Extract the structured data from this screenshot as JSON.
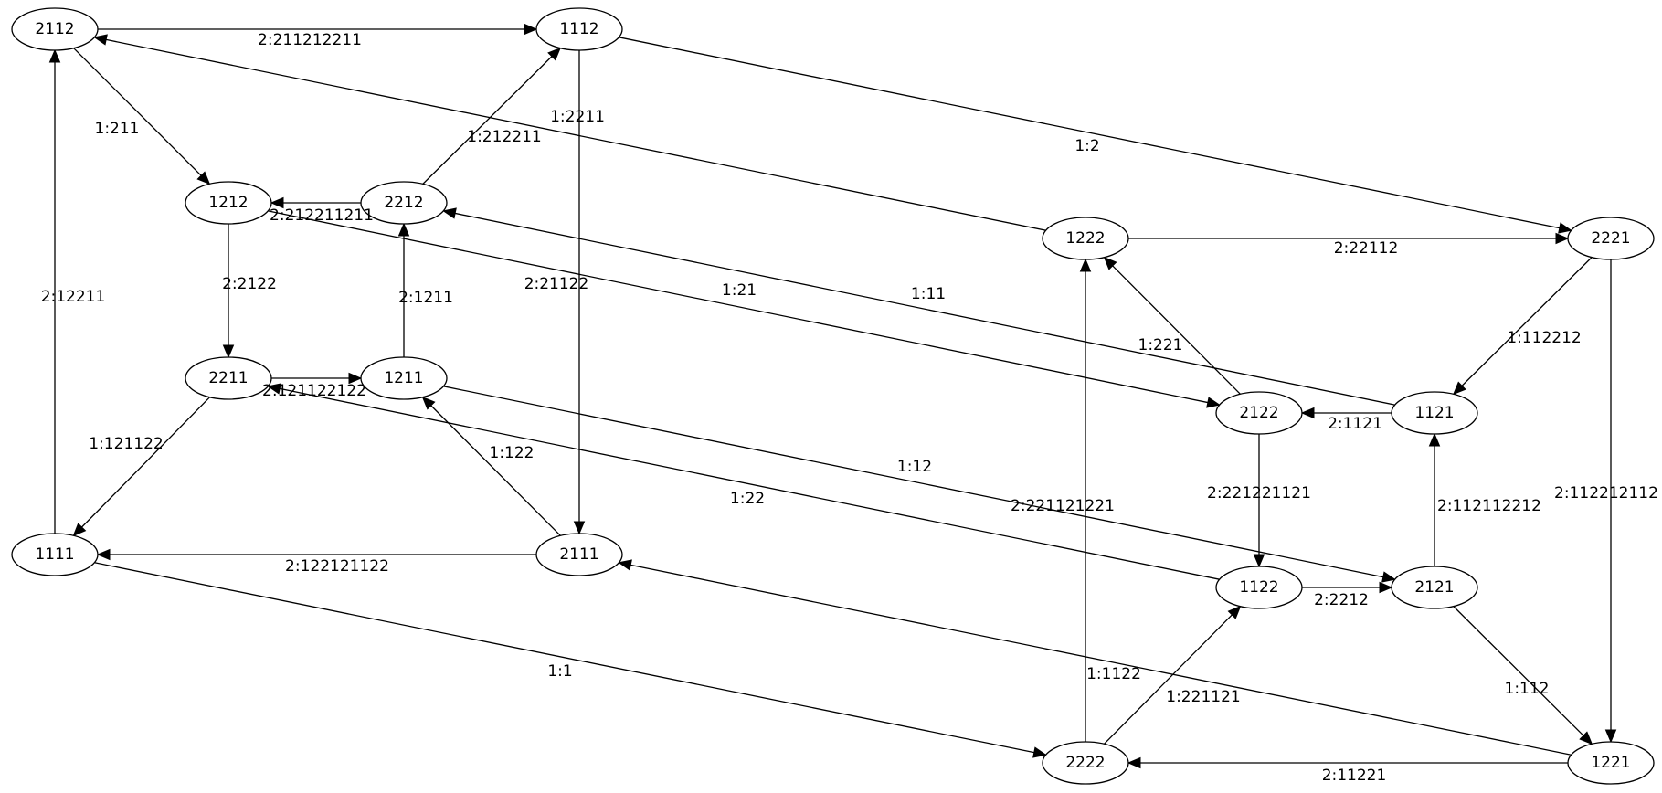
{
  "graph": {
    "nodes": [
      {
        "id": "2112",
        "label": "2112"
      },
      {
        "id": "1112",
        "label": "1112"
      },
      {
        "id": "1212",
        "label": "1212"
      },
      {
        "id": "2212",
        "label": "2212"
      },
      {
        "id": "1222",
        "label": "1222"
      },
      {
        "id": "2221",
        "label": "2221"
      },
      {
        "id": "2211",
        "label": "2211"
      },
      {
        "id": "1211",
        "label": "1211"
      },
      {
        "id": "2122",
        "label": "2122"
      },
      {
        "id": "1121",
        "label": "1121"
      },
      {
        "id": "1111",
        "label": "1111"
      },
      {
        "id": "2111",
        "label": "2111"
      },
      {
        "id": "1122",
        "label": "1122"
      },
      {
        "id": "2121",
        "label": "2121"
      },
      {
        "id": "2222",
        "label": "2222"
      },
      {
        "id": "1221",
        "label": "1221"
      }
    ],
    "edges": [
      {
        "from": "2112",
        "to": "1112",
        "label": "2:211212211"
      },
      {
        "from": "1112",
        "to": "2221",
        "label": "1:2"
      },
      {
        "from": "1112",
        "to": "2111",
        "label": "2:21122"
      },
      {
        "from": "2112",
        "to": "1212",
        "label": "1:211"
      },
      {
        "from": "2212",
        "to": "1112",
        "label": "1:212211"
      },
      {
        "from": "2212",
        "to": "1212",
        "label": "2:212211211"
      },
      {
        "from": "1222",
        "to": "2112",
        "label": "1:2211"
      },
      {
        "from": "1222",
        "to": "2221",
        "label": "2:22112"
      },
      {
        "from": "1212",
        "to": "2211",
        "label": "2:2122"
      },
      {
        "from": "1212",
        "to": "2122",
        "label": "1:21"
      },
      {
        "from": "1211",
        "to": "2212",
        "label": "2:1211"
      },
      {
        "from": "1121",
        "to": "2212",
        "label": "1:11"
      },
      {
        "from": "2221",
        "to": "1121",
        "label": "1:112212"
      },
      {
        "from": "2221",
        "to": "1221",
        "label": "2:112212112"
      },
      {
        "from": "2122",
        "to": "1222",
        "label": "1:221"
      },
      {
        "from": "1121",
        "to": "2122",
        "label": "2:1121"
      },
      {
        "from": "2211",
        "to": "1211",
        "label": "2:121122122"
      },
      {
        "from": "1122",
        "to": "2211",
        "label": "1:22"
      },
      {
        "from": "2211",
        "to": "1111",
        "label": "1:121122"
      },
      {
        "from": "1111",
        "to": "2112",
        "label": "2:12211"
      },
      {
        "from": "2111",
        "to": "1211",
        "label": "1:122"
      },
      {
        "from": "1211",
        "to": "2121",
        "label": "1:12"
      },
      {
        "from": "2122",
        "to": "1122",
        "label": "2:221221121"
      },
      {
        "from": "2121",
        "to": "1121",
        "label": "2:112112212"
      },
      {
        "from": "2111",
        "to": "1111",
        "label": "2:122121122"
      },
      {
        "from": "1111",
        "to": "2222",
        "label": "1:1"
      },
      {
        "from": "1122",
        "to": "2121",
        "label": "2:2212"
      },
      {
        "from": "2222",
        "to": "1222",
        "label": "2:221121221"
      },
      {
        "from": "2222",
        "to": "1122",
        "label": "1:221121"
      },
      {
        "from": "1221",
        "to": "2111",
        "label": "1:1122"
      },
      {
        "from": "2121",
        "to": "1221",
        "label": "1:112"
      },
      {
        "from": "1221",
        "to": "2222",
        "label": "2:11221"
      }
    ]
  }
}
